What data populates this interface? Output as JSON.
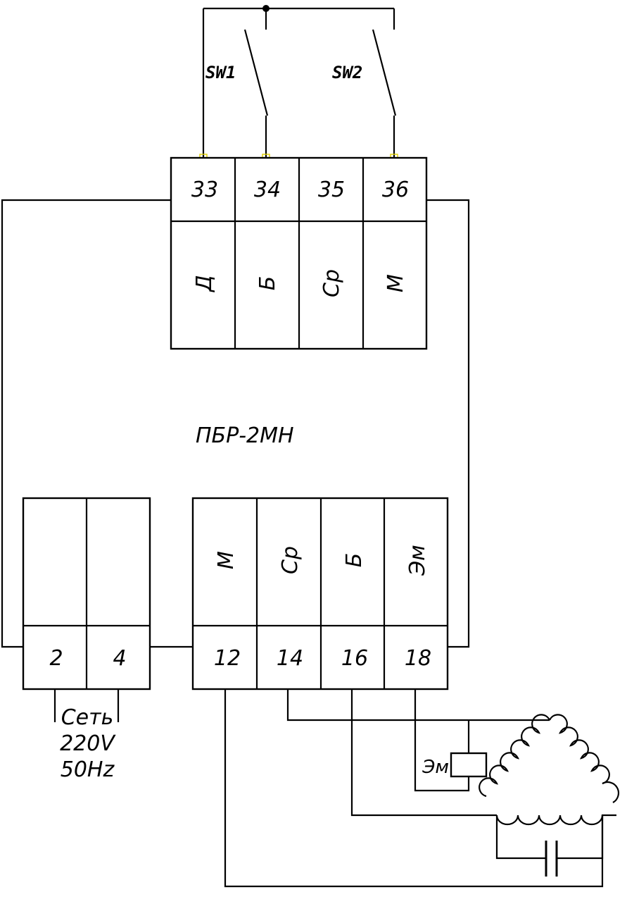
{
  "switches": {
    "sw1": "SW1",
    "sw2": "SW2"
  },
  "top_block": {
    "terminals": [
      "33",
      "34",
      "35",
      "36"
    ],
    "functions": [
      "Д",
      "Б",
      "Ср",
      "М"
    ]
  },
  "device_name": "ПБР-2МН",
  "power_block": {
    "terminals": [
      "2",
      "4"
    ],
    "supply_line1": "Сеть",
    "supply_line2": "220V",
    "supply_line3": "50Hz"
  },
  "output_block": {
    "functions": [
      "М",
      "Ср",
      "Б",
      "Эм"
    ],
    "terminals": [
      "12",
      "14",
      "16",
      "18"
    ]
  },
  "brake_coil_label": "Эм",
  "colors": {
    "line": "#000000",
    "terminal_marker": "#e0d000"
  }
}
